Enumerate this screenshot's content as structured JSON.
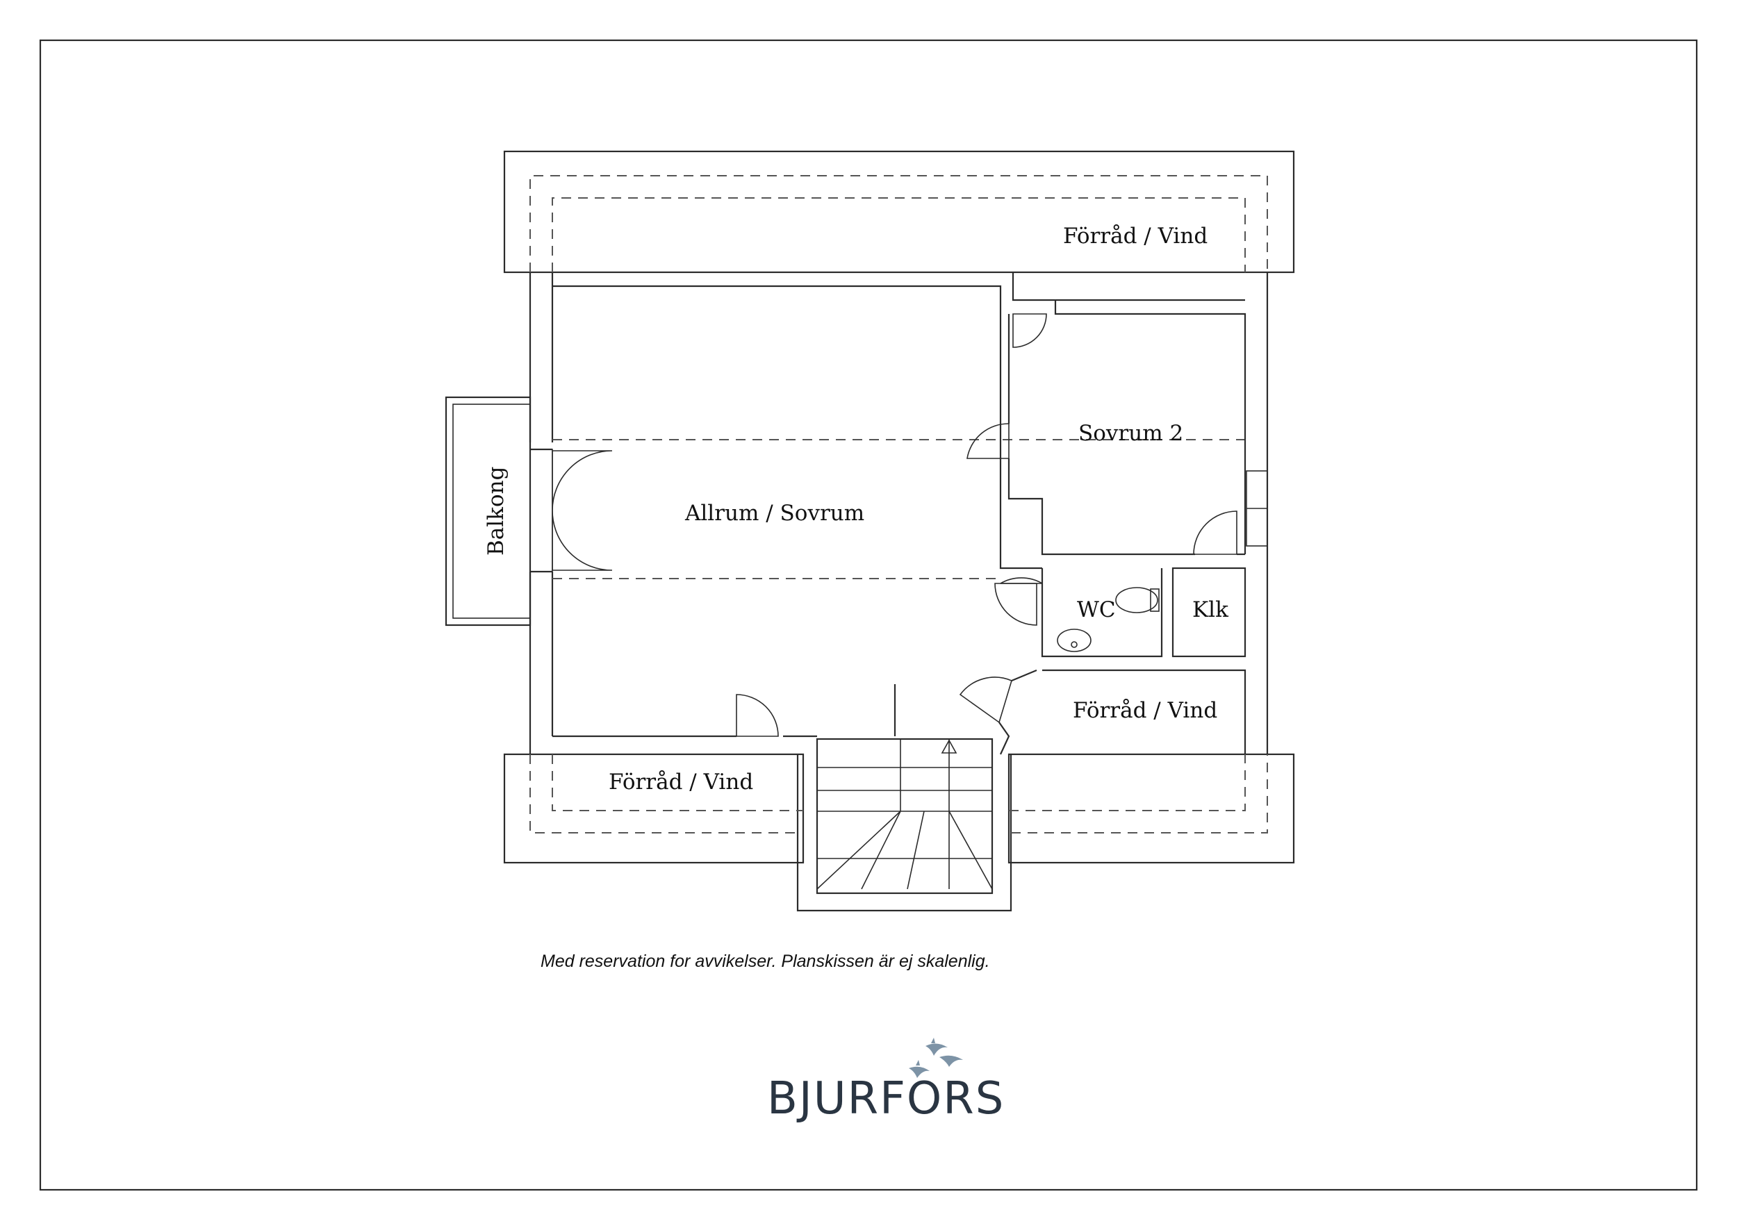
{
  "rooms": {
    "storage_top": "Förråd / Vind",
    "bedroom_2": "Sovrum 2",
    "living_bedroom": "Allrum / Sovrum",
    "balcony": "Balkong",
    "wc": "WC",
    "closet": "Klk",
    "storage_right": "Förråd / Vind",
    "storage_bottom": "Förråd / Vind"
  },
  "disclaimer": "Med reservation for avvikelser. Planskissen är ej skalenlig.",
  "brand": {
    "name": "BJURFORS"
  },
  "colors": {
    "line": "#2b2b2b",
    "brand": "#2a3542",
    "bird": "#7d93a6"
  }
}
